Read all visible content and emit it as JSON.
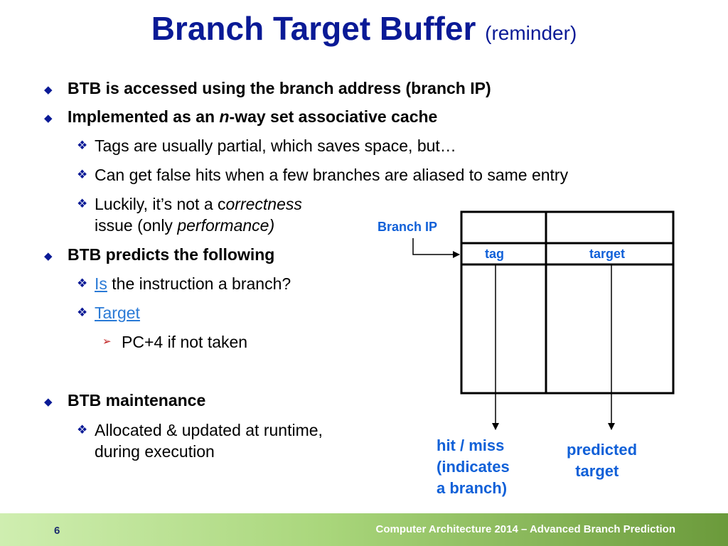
{
  "title": {
    "main": "Branch Target Buffer",
    "sub": "(reminder)"
  },
  "bullets": {
    "b1": "BTB is accessed using the branch address (branch IP)",
    "b2_pre": "Implemented as an ",
    "b2_em": "n",
    "b2_post": "-way set associative cache",
    "b2_1": "Tags are usually partial, which saves space, but…",
    "b2_2": "Can get false hits when a few branches are aliased to same entry",
    "b2_3_line1_pre": "Luckily, it’s not a c",
    "b2_3_line1_em": "orrectness",
    "b2_3_line2_pre": "issue (only ",
    "b2_3_line2_em": "performance)",
    "b3": "BTB predicts the following",
    "b3_1_link": "Is",
    "b3_1_rest": " the instruction a branch?",
    "b3_2_link": "Target",
    "b3_2_1": "PC+4 if not taken",
    "b4": "BTB maintenance",
    "b4_1_line1": "Allocated & updated at runtime,",
    "b4_1_line2": "during execution"
  },
  "diagram": {
    "branch_ip": "Branch IP",
    "tag": "tag",
    "target": "target",
    "hit_miss": "hit / miss\n(indicates\na branch)",
    "predicted": "predicted\n  target"
  },
  "footer": {
    "page": "6",
    "text": "Computer Architecture 2014 – Advanced Branch Prediction"
  },
  "colors": {
    "title": "#0a1a96",
    "diagram_text": "#1060d8",
    "link": "#2a7ad6"
  }
}
